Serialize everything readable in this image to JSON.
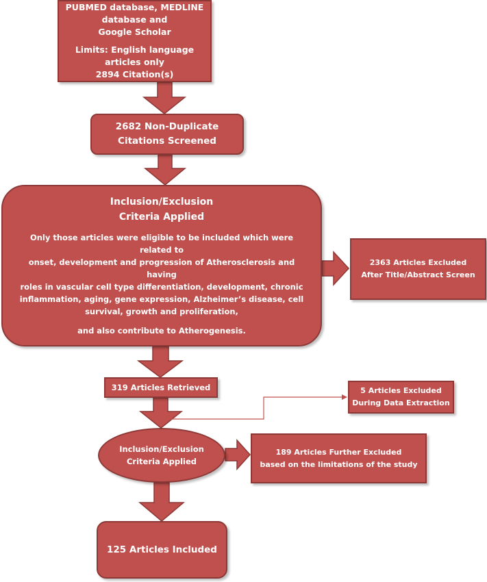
{
  "boxes": {
    "search": {
      "line1": "PUBMED database, MEDLINE database and",
      "line2": "Google Scholar",
      "line3": "Limits: English language articles only",
      "line4": "2894 Citation(s)"
    },
    "screened": {
      "line1": "2682 Non-Duplicate",
      "line2": "Citations Screened"
    },
    "criteria1": {
      "title1": "Inclusion/Exclusion",
      "title2": "Criteria Applied",
      "body1": "Only those articles were eligible to be included which were related to",
      "body2": "onset, development and progression of Atherosclerosis and having",
      "body3": "roles in vascular cell type differentiation, development, chronic",
      "body4": "inflammation, aging, gene expression, Alzheimer’s disease, cell",
      "body5": "survival, growth and proliferation,",
      "body6": "and also contribute to Atherogenesis."
    },
    "excl1": {
      "line1": "2363 Articles Excluded",
      "line2": "After Title/Abstract Screen"
    },
    "retrieved": {
      "line1": "319 Articles Retrieved"
    },
    "excl2": {
      "line1": "5 Articles Excluded",
      "line2": "During Data Extraction"
    },
    "criteria2": {
      "line1": "Inclusion/Exclusion",
      "line2": "Criteria Applied"
    },
    "excl3": {
      "line1": "189 Articles Further Excluded",
      "line2": "based on the limitations of the study"
    },
    "included": {
      "line1": "125 Articles Included"
    }
  },
  "colors": {
    "fill": "#c0504d",
    "border": "#8c3836",
    "text": "#ffffff",
    "connector": "#c0504d"
  }
}
